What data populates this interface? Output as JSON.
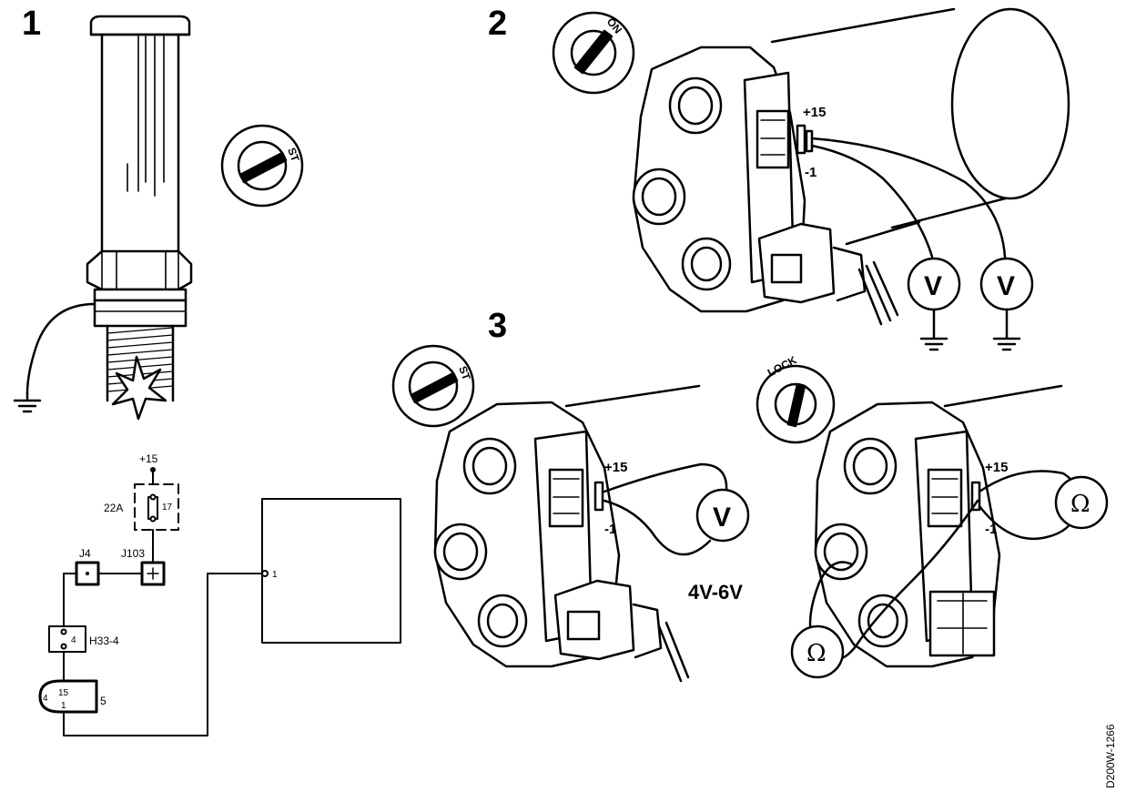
{
  "steps": {
    "one": "1",
    "two": "2",
    "three": "3"
  },
  "key_positions": {
    "start": "ST",
    "on": "ON",
    "lock": "LOCK"
  },
  "terminals": {
    "plus": "+15",
    "minus": "-1"
  },
  "meters": {
    "volt": "V",
    "ohm": "Ω"
  },
  "voltage_range": "4V-6V",
  "schematic": {
    "supply": "+15",
    "fuse_ref": "22A",
    "fuse_no": "17",
    "connector_j4": "J4",
    "connector_j103": "J103",
    "connector_h33": "H33-4",
    "h33_pin": "4",
    "switch_pin_a": "4",
    "switch_pin_b": "15",
    "switch_pin_c": "1",
    "switch_ref": "5",
    "module_pin": "1"
  },
  "figure_code": "D200W-1266",
  "colors": {
    "ink": "#000000",
    "paper": "#ffffff"
  }
}
